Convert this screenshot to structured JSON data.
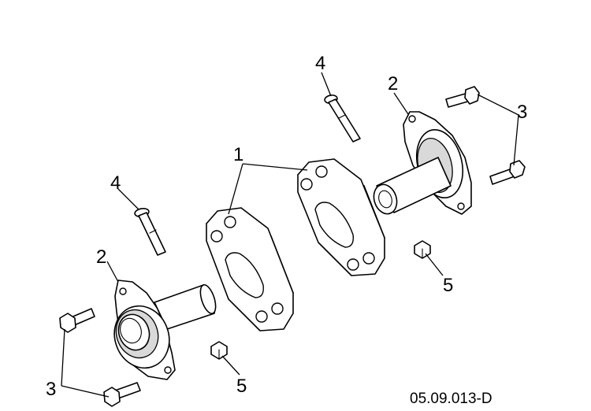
{
  "callouts": {
    "c1": "1",
    "c2a": "2",
    "c2b": "2",
    "c3a": "3",
    "c3b": "3",
    "c4a": "4",
    "c4b": "4",
    "c5a": "5",
    "c5b": "5"
  },
  "reference": "05.09.013-D"
}
